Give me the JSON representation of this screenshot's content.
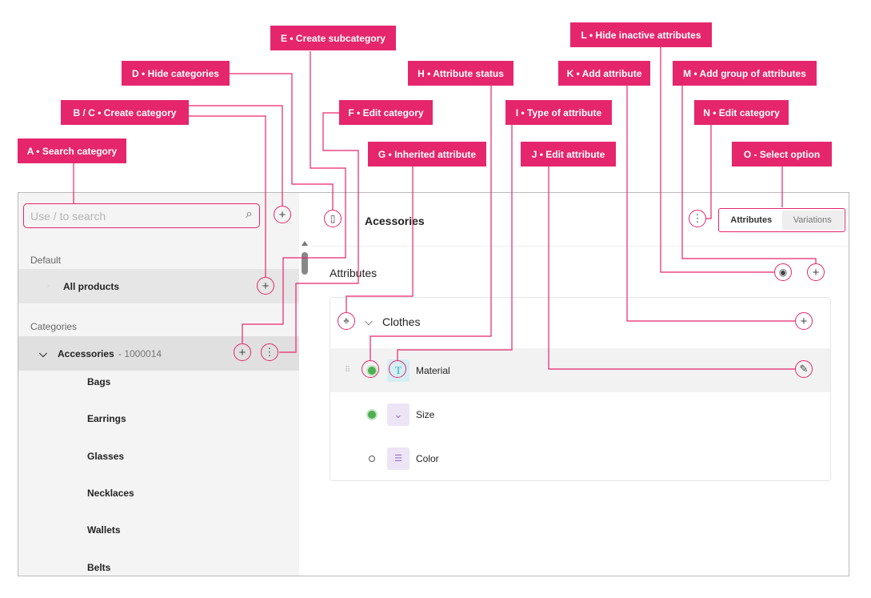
{
  "annotations": {
    "a": "A • Search category",
    "bc": "B / C • Create category",
    "d": "D • Hide categories",
    "e": "E • Create subcategory",
    "f": "F • Edit category",
    "g": "G • Inherited attribute",
    "h": "H • Attribute status",
    "i": "I • Type of attribute",
    "j": "J • Edit attribute",
    "k": "K • Add attribute",
    "l": "L • Hide inactive attributes",
    "m": "M • Add group of attributes",
    "n": "N • Edit category",
    "o": "O -  Select option"
  },
  "colors": {
    "accent": "#e5266d",
    "active_status": "#4caf50"
  },
  "sidebar": {
    "search_placeholder": "Use / to search",
    "default_label": "Default",
    "all_products": "All products",
    "categories_label": "Categories",
    "category": {
      "name": "Accessories",
      "code": " - 1000014"
    },
    "subcategories": [
      "Bags",
      "Earrings",
      "Glasses",
      "Necklaces",
      "Wallets",
      "Belts"
    ]
  },
  "main": {
    "title": "Acessories",
    "tabs": [
      {
        "label": "Attributes",
        "selected": true
      },
      {
        "label": "Variations",
        "selected": false
      }
    ],
    "section": "Attributes",
    "group": {
      "name": "Clothes",
      "icon": "hierarchy-icon"
    },
    "attributes": [
      {
        "name": "Material",
        "type_icon": "text-type-icon",
        "type_glyph": "T",
        "active": true
      },
      {
        "name": "Size",
        "type_icon": "dropdown-type-icon",
        "type_glyph": "⌄",
        "active": true
      },
      {
        "name": "Color",
        "type_icon": "list-type-icon",
        "type_glyph": "☰",
        "active": false
      }
    ]
  }
}
